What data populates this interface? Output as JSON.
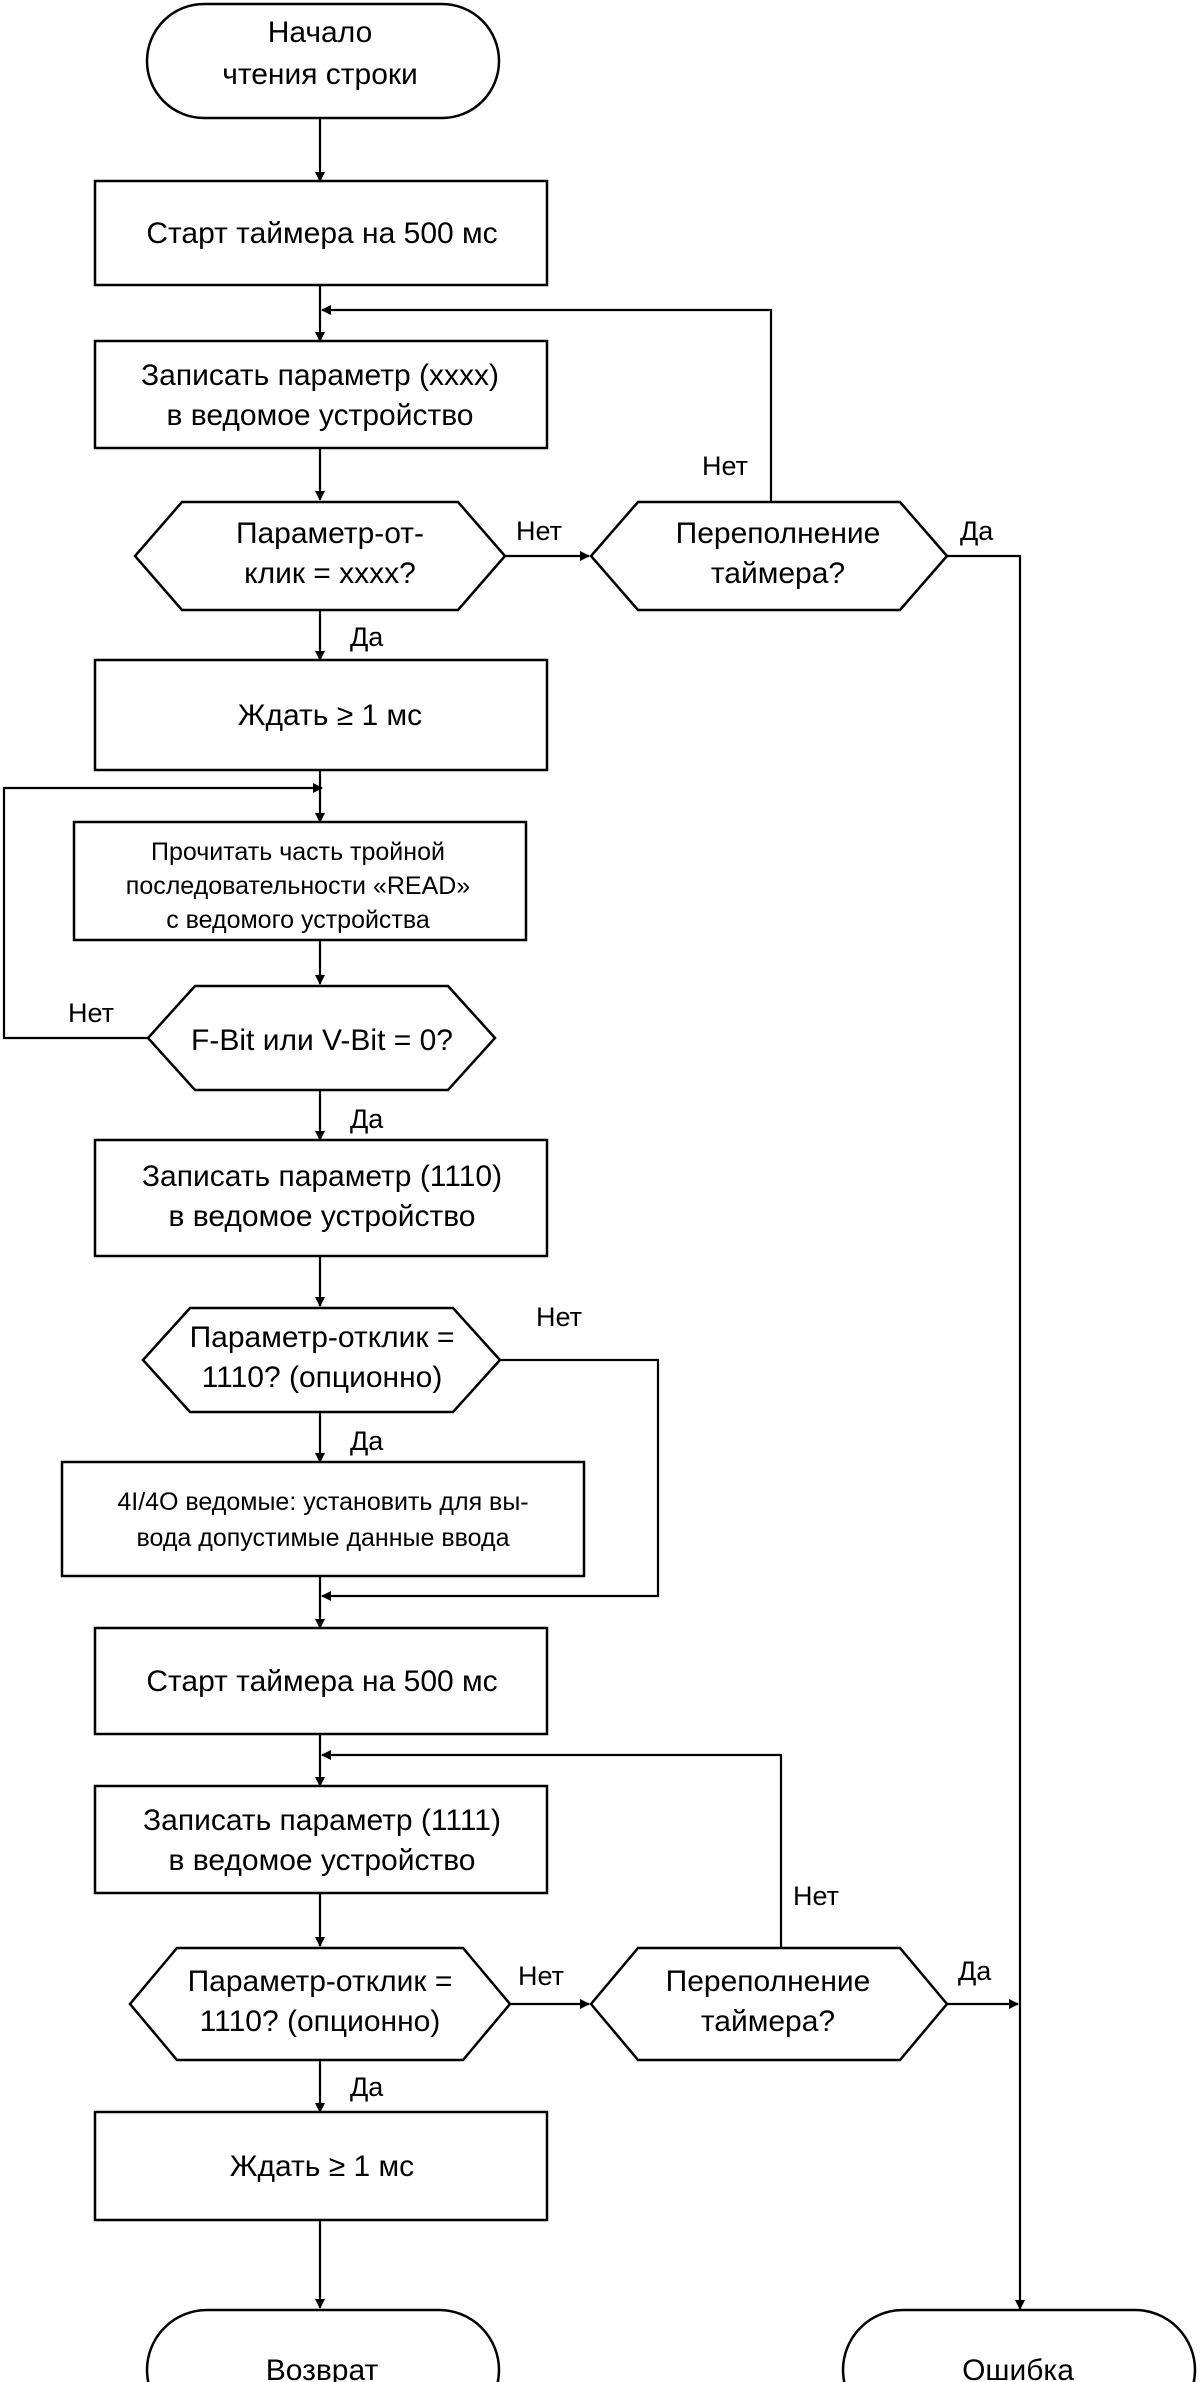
{
  "nodes": {
    "start": [
      "Начало",
      "чтения строки"
    ],
    "timer1": [
      "Старт таймера на 500 мс"
    ],
    "write1": [
      "Записать параметр (xxxx)",
      "в ведомое устройство"
    ],
    "check1": [
      "Параметр-от-",
      "клик = xxxx?"
    ],
    "overflow1": [
      "Переполнение",
      "таймера?"
    ],
    "wait1": [
      "Ждать ≥ 1 мс"
    ],
    "read": [
      "Прочитать часть тройной",
      "последовательности «READ»",
      "с ведомого устройства"
    ],
    "bits": [
      "F-Bit или V-Bit = 0?"
    ],
    "write2": [
      "Записать параметр  (1110)",
      "в ведомое устройство"
    ],
    "check2": [
      "Параметр-отклик =",
      "1110? (опционно)"
    ],
    "io": [
      "4I/4O ведомые: установить для вы-",
      "вода допустимые данные ввода"
    ],
    "timer2": [
      "Старт таймера на 500 мс"
    ],
    "write3": [
      "Записать параметр  (1111)",
      "в ведомое устройство"
    ],
    "check3": [
      "Параметр-отклик =",
      "1110? (опционно)"
    ],
    "overflow2": [
      "Переполнение",
      "таймера?"
    ],
    "wait2": [
      "Ждать ≥ 1 мс"
    ],
    "return": [
      "Возврат"
    ],
    "error": [
      "Ошибка"
    ]
  },
  "edges": {
    "no": "Нет",
    "yes": "Да"
  }
}
